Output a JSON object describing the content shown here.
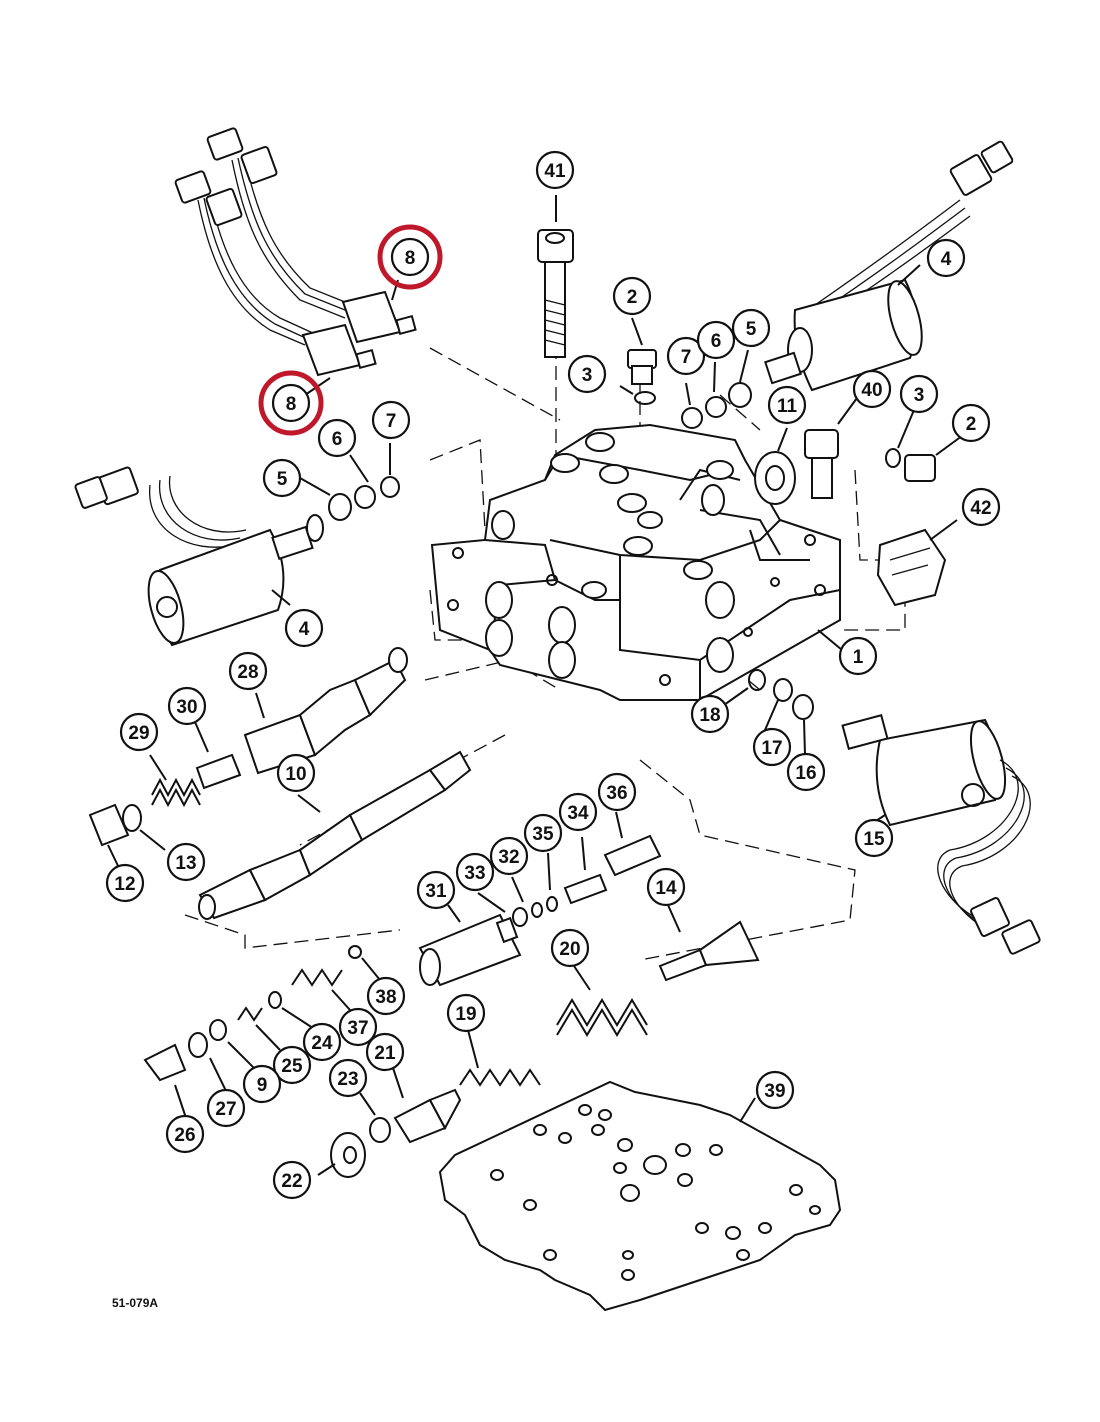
{
  "figure_id": "51-079A",
  "highlight_color": "#c0182b",
  "highlighted_part": "8",
  "callouts": [
    "41",
    "2",
    "7",
    "6",
    "5",
    "4",
    "3",
    "8",
    "8",
    "40",
    "3",
    "2",
    "11",
    "6",
    "7",
    "5",
    "42",
    "4",
    "1",
    "28",
    "30",
    "29",
    "10",
    "12",
    "13",
    "18",
    "17",
    "16",
    "15",
    "36",
    "34",
    "35",
    "32",
    "33",
    "31",
    "14",
    "20",
    "38",
    "37",
    "24",
    "25",
    "9",
    "27",
    "26",
    "19",
    "21",
    "23",
    "39",
    "22"
  ]
}
